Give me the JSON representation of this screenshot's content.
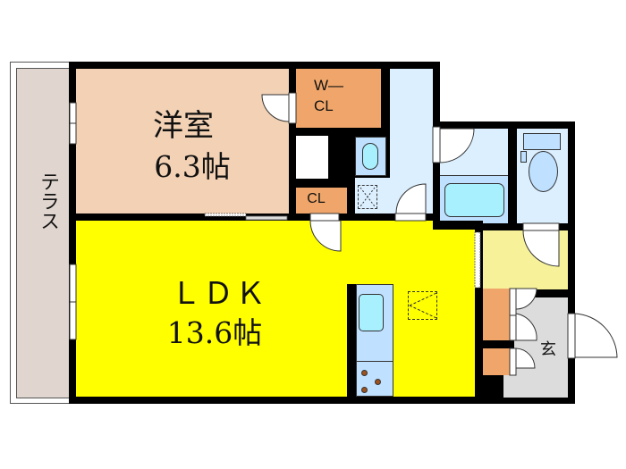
{
  "floorplan": {
    "rooms": {
      "western_room": {
        "name": "洋室",
        "size": "6.3帖"
      },
      "ldk": {
        "name": "ＬＤＫ",
        "size": "13.6帖"
      },
      "walk_in_closet": {
        "line1": "W—",
        "line2": "CL"
      },
      "closet": {
        "label": "CL"
      },
      "terrace": {
        "label": "テラス"
      },
      "entrance": {
        "label": "玄"
      }
    },
    "colors": {
      "western_room": "#f2d1b4",
      "ldk": "#ffff00",
      "closet": "#f0a66a",
      "terrace": "#e0d6cf",
      "wet_area": "#dcefff",
      "fixture": "#bfe0ff",
      "tub": "#a9f0ff",
      "hall": "#f7f29a",
      "entrance": "#dcdcdc",
      "wall": "#000000"
    }
  }
}
